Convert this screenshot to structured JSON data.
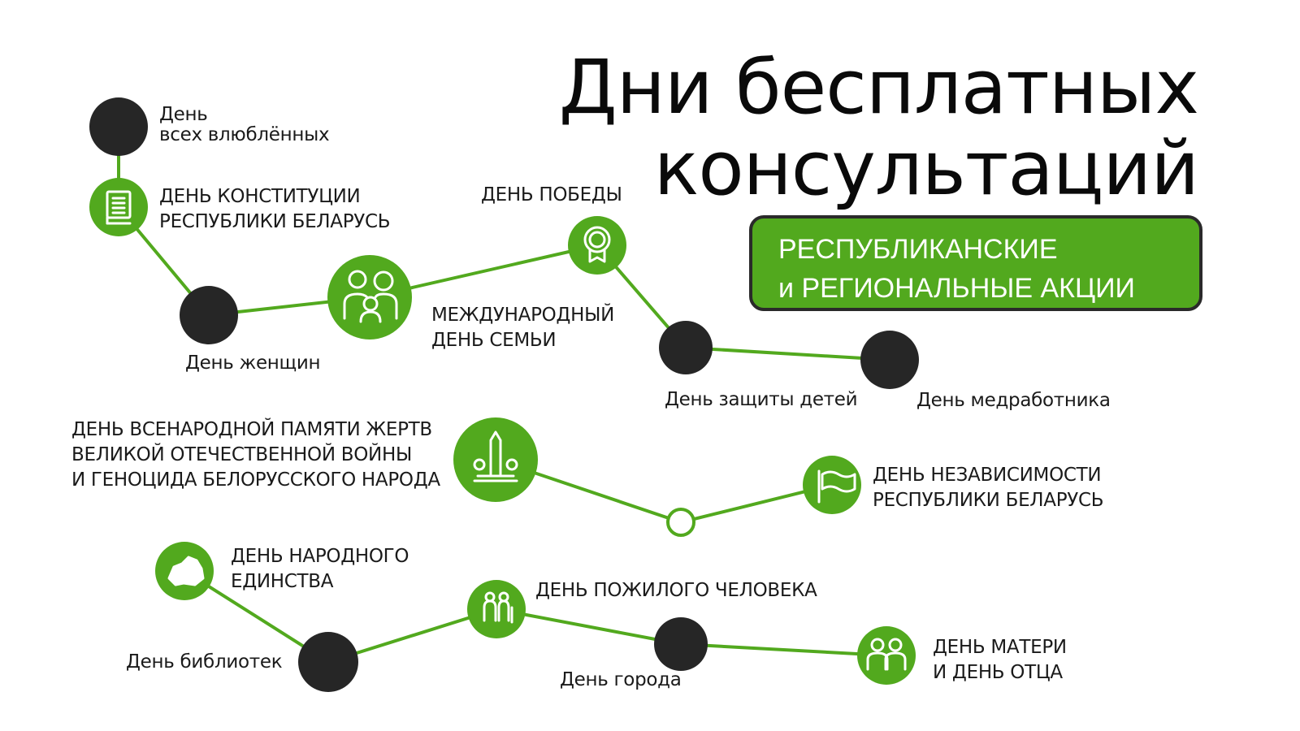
{
  "title": {
    "line1": "Дни бесплатных",
    "line2": "консультаций"
  },
  "badge": {
    "line1": "РЕСПУБЛИКАНСКИЕ",
    "line2": "и РЕГИОНАЛЬНЫЕ АКЦИИ"
  },
  "colors": {
    "green": "#52a91e",
    "dark": "#262626",
    "line": "#52a91e"
  },
  "events": [
    {
      "line1": "День",
      "line2": "всех влюблённых",
      "type": "regional"
    },
    {
      "line1": "ДЕНЬ КОНСТИТУЦИИ",
      "line2": "РЕСПУБЛИКИ БЕЛАРУСЬ",
      "type": "republican",
      "icon": "book-icon"
    },
    {
      "line1": "День женщин",
      "type": "regional"
    },
    {
      "line1": "МЕЖДУНАРОДНЫЙ",
      "line2": "ДЕНЬ СЕМЬИ",
      "type": "republican",
      "icon": "family-icon"
    },
    {
      "line1": "ДЕНЬ ПОБЕДЫ",
      "type": "republican",
      "icon": "medal-star-icon"
    },
    {
      "line1": "День защиты детей",
      "type": "regional"
    },
    {
      "line1": "День медработника",
      "type": "regional"
    },
    {
      "line1": "ДЕНЬ ВСЕНАРОДНОЙ ПАМЯТИ ЖЕРТВ",
      "line2": "ВЕЛИКОЙ ОТЕЧЕСТВЕННОЙ ВОЙНЫ",
      "line3": "И ГЕНОЦИДА БЕЛОРУССКОГО НАРОДА",
      "type": "republican",
      "icon": "monument-icon"
    },
    {
      "type": "empty"
    },
    {
      "line1": "ДЕНЬ НЕЗАВИСИМОСТИ",
      "line2": "РЕСПУБЛИКИ БЕЛАРУСЬ",
      "type": "republican",
      "icon": "flag-icon"
    },
    {
      "line1": "ДЕНЬ НАРОДНОГО",
      "line2": "ЕДИНСТВА",
      "type": "republican",
      "icon": "belarus-map-icon"
    },
    {
      "line1": "День библиотек",
      "type": "regional"
    },
    {
      "line1": "ДЕНЬ ПОЖИЛОГО ЧЕЛОВЕКА",
      "type": "republican",
      "icon": "elderly-couple-icon"
    },
    {
      "line1": "День города",
      "type": "regional"
    },
    {
      "line1": "ДЕНЬ МАТЕРИ",
      "line2": "И ДЕНЬ ОТЦА",
      "type": "republican",
      "icon": "parents-icon"
    }
  ]
}
